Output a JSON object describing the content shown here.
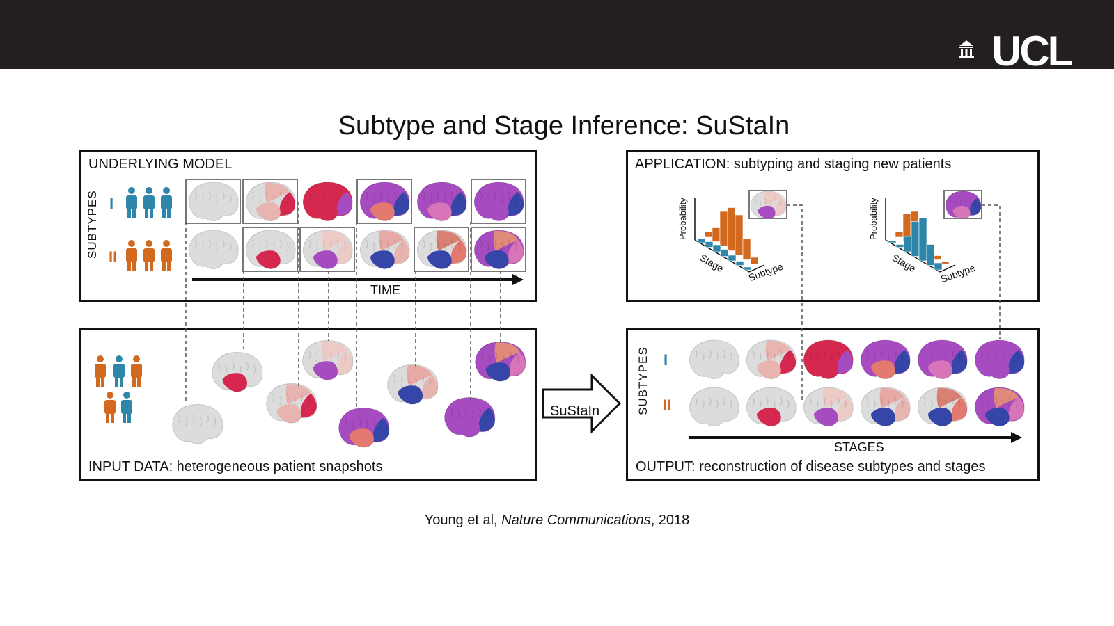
{
  "header": {
    "logo_text": "UCL"
  },
  "title": "Subtype and Stage Inference: SuStaIn",
  "model_panel": {
    "label": "UNDERLYING MODEL",
    "subtypes_label": "SUBTYPES",
    "subtype_1": "I",
    "subtype_2": "II",
    "time_label": "TIME"
  },
  "input_panel": {
    "label": "INPUT DATA: heterogeneous patient snapshots"
  },
  "application_panel": {
    "label": "APPLICATION: subtyping and staging new patients",
    "prob_label_1": "Probability",
    "stage_label_1": "Stage",
    "subtype_label_1": "Subtype",
    "prob_label_2": "Probability",
    "stage_label_2": "Stage",
    "subtype_label_2": "Subtype"
  },
  "output_panel": {
    "label": "OUTPUT: reconstruction of disease subtypes and stages",
    "subtypes_label": "SUBTYPES",
    "subtype_1": "I",
    "subtype_2": "II",
    "stages_label": "STAGES"
  },
  "arrow_label": "SuStaIn",
  "citation": {
    "authors": "Young et al, ",
    "journal": "Nature Communications",
    "year": ", 2018"
  },
  "colors": {
    "subtype_1": "#2e86ab",
    "subtype_2": "#d2691e",
    "brain_grey": "#d4d4d4",
    "red": "#d6284f",
    "purple": "#a64cc0",
    "blue": "#3545a8",
    "salmon": "#e47a6f"
  }
}
